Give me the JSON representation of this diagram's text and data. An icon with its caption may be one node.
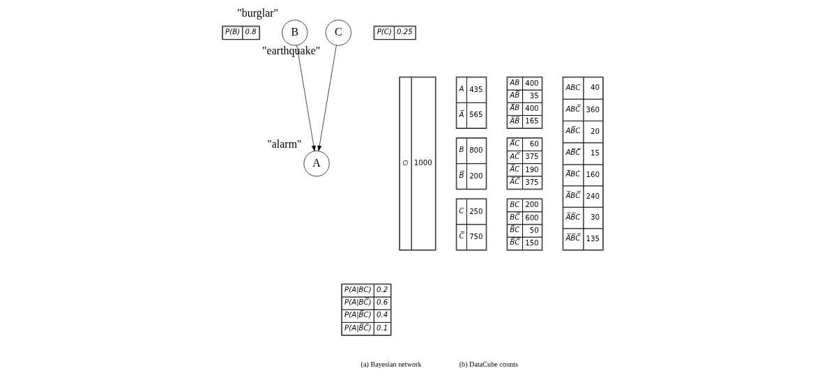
{
  "diagram": {
    "nodes": [
      {
        "text": [
          "B"
        ],
        "beside": [
          "\"burglar\""
        ]
      },
      {
        "text": [
          "C"
        ],
        "beside": [
          "\"earthquake\""
        ]
      },
      {
        "text": [
          "A"
        ],
        "beside": [
          "\"alarm\""
        ]
      }
    ],
    "edges": [
      {
        "from": 0,
        "to": 2,
        "arrow": "to"
      },
      {
        "from": 1,
        "to": 2,
        "arrow": "to"
      }
    ],
    "labels": [
      "P(B)",
      "0.8",
      "P(C)",
      "0.25",
      "P(A|BC)",
      "0.2",
      "P(A|BC̅)",
      "0.6",
      "P(A|B̅C)",
      "0.4",
      "P(A|B̅C̅)",
      "0.1",
      "∅",
      "1000",
      "A",
      "435",
      "A̅",
      "565",
      "B",
      "800",
      "B̅",
      "200",
      "C",
      "250",
      "C̅",
      "750",
      "AB",
      "400",
      "AB̅",
      "35",
      "A̅B",
      "400",
      "A̅B̅",
      "165",
      "A̅C",
      "60",
      "AC̅",
      "375",
      "A̅C",
      "190",
      "A̅C̅",
      "375",
      "BC",
      "200",
      "BC̅",
      "600",
      "B̅C",
      "50",
      "B̅C̅",
      "150",
      "ABC",
      "40",
      "ABC̅",
      "360",
      "AB̅C",
      "20",
      "AB̅C̅",
      "15",
      "A̅BC",
      "160",
      "A̅BC̅",
      "240",
      "A̅B̅C",
      "30",
      "A̅B̅C̅",
      "135",
      "(a) Bayesian network",
      "(b) DataCube counts"
    ]
  }
}
